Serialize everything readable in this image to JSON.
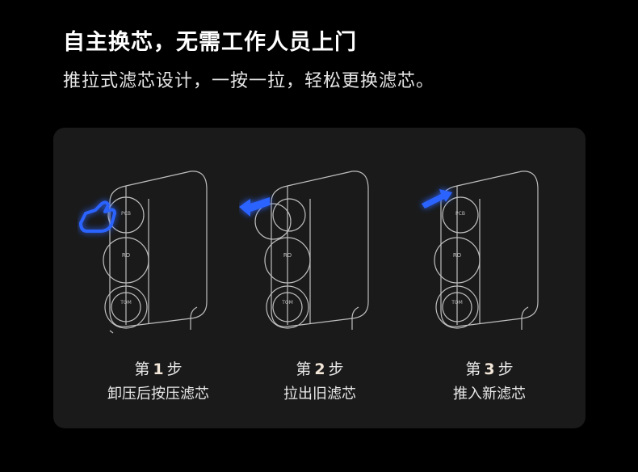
{
  "header": {
    "title": "自主换芯，无需工作人员上门",
    "subtitle": "推拉式滤芯设计，一按一拉，轻松更换滤芯。"
  },
  "steps": [
    {
      "prefix": "第",
      "number": "1",
      "suffix": "步",
      "action": "卸压后按压滤芯",
      "icon": "press-hand-icon"
    },
    {
      "prefix": "第",
      "number": "2",
      "suffix": "步",
      "action": "拉出旧滤芯",
      "icon": "arrow-left-icon"
    },
    {
      "prefix": "第",
      "number": "3",
      "suffix": "步",
      "action": "推入新滤芯",
      "icon": "arrow-right-icon"
    }
  ],
  "device": {
    "filter_top_label": "PCB",
    "filter_mid_label": "RO",
    "brand_label": "TOM"
  },
  "colors": {
    "background": "#000000",
    "panel": "#1a1a1a",
    "accent_glow": "#1e5bff",
    "number_highlight": "#f2e6d8"
  }
}
